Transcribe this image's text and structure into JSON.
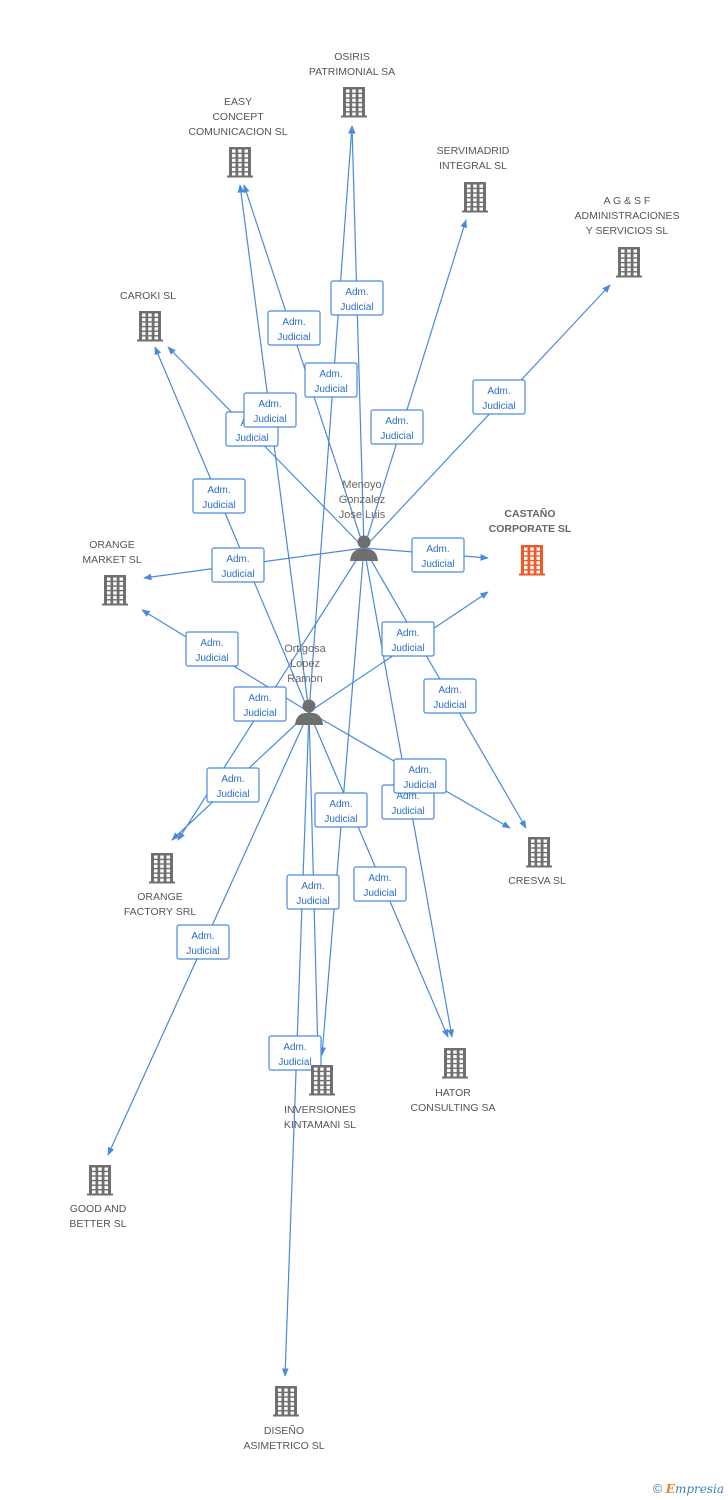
{
  "colors": {
    "edge": "#4a8ad8",
    "building": "#6f6f6f",
    "focus_building": "#f05a28",
    "person": "#6f6f6f"
  },
  "badge": {
    "line1": "Adm.",
    "line2": "Judicial"
  },
  "persons": [
    {
      "id": "menoyo",
      "lines": [
        "Menoyo",
        "Gonzalez",
        "Jose Luis"
      ]
    },
    {
      "id": "ortigosa",
      "lines": [
        "Ortigosa",
        "Lopez",
        "Ramon"
      ]
    }
  ],
  "companies": [
    {
      "id": "osiris",
      "lines": [
        "OSIRIS",
        "PATRIMONIAL SA"
      ]
    },
    {
      "id": "easy",
      "lines": [
        "EASY",
        "CONCEPT",
        "COMUNICACION SL"
      ]
    },
    {
      "id": "servimadrid",
      "lines": [
        "SERVIMADRID",
        "INTEGRAL SL"
      ]
    },
    {
      "id": "ags",
      "lines": [
        "A G & S F",
        "ADMINISTRACIONES",
        "Y SERVICIOS SL"
      ]
    },
    {
      "id": "caroki",
      "lines": [
        "CAROKI SL"
      ]
    },
    {
      "id": "castano",
      "lines": [
        "CASTAÑO",
        "CORPORATE SL"
      ],
      "focus": true
    },
    {
      "id": "orange_market",
      "lines": [
        "ORANGE",
        "MARKET SL"
      ]
    },
    {
      "id": "cresva",
      "lines": [
        "CRESVA SL"
      ]
    },
    {
      "id": "orange_factory",
      "lines": [
        "ORANGE",
        "FACTORY SRL"
      ]
    },
    {
      "id": "inversiones",
      "lines": [
        "INVERSIONES",
        "KINTAMANI SL"
      ]
    },
    {
      "id": "hator",
      "lines": [
        "HATOR",
        "CONSULTING SA"
      ]
    },
    {
      "id": "good_better",
      "lines": [
        "GOOD AND",
        "BETTER SL"
      ]
    },
    {
      "id": "diseno",
      "lines": [
        "DISEÑO",
        "ASIMETRICO SL"
      ]
    }
  ],
  "watermark": {
    "copyright": "©",
    "brand_initial": "E",
    "brand_rest": "mpresia"
  }
}
